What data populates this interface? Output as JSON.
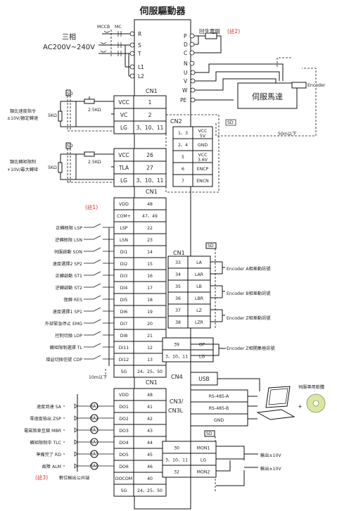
{
  "title": "伺服驅動器",
  "power": {
    "phase": "三相",
    "voltage": "AC200V~240V",
    "mccb": "MCCB",
    "mc": "MC",
    "terminals": [
      "R",
      "S",
      "T",
      "L1",
      "L2"
    ]
  },
  "regen": {
    "label": "回生電阻",
    "note": "(註2)",
    "terminals": [
      "P",
      "D",
      "C",
      "N"
    ]
  },
  "motor": {
    "terminals": [
      "U",
      "V",
      "W",
      "PE"
    ],
    "label": "伺服馬達",
    "encoder": "Encoder",
    "cable_length": "50m以下"
  },
  "sd": "SD",
  "cn1": "CN1",
  "cn2": {
    "label": "CN2",
    "rows": [
      {
        "pin": "1、3",
        "name": "VCC 5V"
      },
      {
        "pin": "2、4",
        "name": "GND"
      },
      {
        "pin": "5",
        "name": "VCC 3.6V"
      },
      {
        "pin": "6",
        "name": "ENCP"
      },
      {
        "pin": "7",
        "name": "ENCN"
      }
    ]
  },
  "speed_cmd": {
    "label_line1": "類比速度指令",
    "label_line2": "±10V/額定轉速",
    "pot_small": "5KΩ",
    "pot_large": "2.5KΩ",
    "rows": [
      {
        "name": "VCC",
        "pin": "1"
      },
      {
        "name": "VC",
        "pin": "2"
      },
      {
        "name": "LG",
        "pin": "3、10、11"
      }
    ]
  },
  "torque_lim": {
    "label_line1": "類比轉矩限制",
    "label_line2": "+10V/最大轉矩",
    "pot_small": "5KΩ",
    "pot_large": "2.5KΩ",
    "rows": [
      {
        "name": "VCC",
        "pin": "26"
      },
      {
        "name": "TLA",
        "pin": "27"
      },
      {
        "name": "LG",
        "pin": "3、10、11"
      }
    ]
  },
  "di": {
    "note": "(註1)",
    "rows": [
      {
        "name": "VDD",
        "pin": "48",
        "label": ""
      },
      {
        "name": "COM+",
        "pin": "47、49",
        "label": ""
      },
      {
        "name": "LSP",
        "pin": "22",
        "label": "正轉極限 LSP"
      },
      {
        "name": "LSN",
        "pin": "23",
        "label": "逆轉極限 LSN"
      },
      {
        "name": "DI1",
        "pin": "14",
        "label": "伺服啟動 SON"
      },
      {
        "name": "DI2",
        "pin": "15",
        "label": "速度選擇2 SP2"
      },
      {
        "name": "DI3",
        "pin": "16",
        "label": "正轉啟動 ST1"
      },
      {
        "name": "DI4",
        "pin": "17",
        "label": "逆轉啟動 ST2"
      },
      {
        "name": "DI5",
        "pin": "18",
        "label": "復歸 RES"
      },
      {
        "name": "DI6",
        "pin": "19",
        "label": "速度選擇1 SP1"
      },
      {
        "name": "DI7",
        "pin": "20",
        "label": "外部緊急停止 EMG"
      },
      {
        "name": "DI8",
        "pin": "21",
        "label": "控制切換 LOP"
      },
      {
        "name": "DI11",
        "pin": "12",
        "label": "轉矩限制選擇 TL"
      },
      {
        "name": "DI12",
        "pin": "13",
        "label": "增益切換信號 CDP"
      },
      {
        "name": "SG",
        "pin": "24、25、50",
        "label": ""
      }
    ],
    "cable": "10m以下"
  },
  "encoder_out": {
    "rows": [
      {
        "pin": "33",
        "name": "LA"
      },
      {
        "pin": "34",
        "name": "LAR"
      },
      {
        "pin": "35",
        "name": "LB"
      },
      {
        "pin": "36",
        "name": "LBR"
      },
      {
        "pin": "37",
        "name": "LZ"
      },
      {
        "pin": "38",
        "name": "LZR"
      }
    ],
    "labels": [
      "Encoder A相差動訊號",
      "Encoder B相差動訊號",
      "Encoder Z相差動訊號"
    ]
  },
  "op": {
    "rows": [
      {
        "pin": "39",
        "name": "OP"
      },
      {
        "pin": "3、10、11",
        "name": "LG"
      }
    ],
    "label": "Encoder Z相開集極訊號"
  },
  "do": {
    "note": "(註3)",
    "common_label": "數位輸出公共端",
    "relays": [
      "RA1",
      "RA2",
      "RA3",
      "RA4",
      "RA5",
      "RA6"
    ],
    "rows": [
      {
        "name": "VDD",
        "pin": "48",
        "label": ""
      },
      {
        "name": "DO1",
        "pin": "41",
        "label": "速度到達 SA"
      },
      {
        "name": "DO2",
        "pin": "42",
        "label": "零速度檢出 ZSP"
      },
      {
        "name": "DO3",
        "pin": "43",
        "label": "電磁煞車互鎖 MBR"
      },
      {
        "name": "DO4",
        "pin": "44",
        "label": "轉矩限制中 TLC"
      },
      {
        "name": "DO5",
        "pin": "45",
        "label": "準備完了 RD"
      },
      {
        "name": "DO6",
        "pin": "46",
        "label": "故障 ALM"
      },
      {
        "name": "DOCOM",
        "pin": "40",
        "label": ""
      },
      {
        "name": "SG",
        "pin": "24、25、50",
        "label": ""
      }
    ]
  },
  "cn4": {
    "label": "CN4",
    "name": "USB"
  },
  "cn3": {
    "label_line1": "CN3/",
    "label_line2": "CN3L",
    "rows": [
      "RS-485-A",
      "RS-485-B",
      "GND"
    ],
    "software": "伺服專用軟體"
  },
  "mon": {
    "rows": [
      {
        "pin": "30",
        "name": "MON1"
      },
      {
        "pin": "3、10、11",
        "name": "LG"
      },
      {
        "pin": "32",
        "name": "MON2"
      }
    ],
    "out_label": "輸出±10V"
  }
}
